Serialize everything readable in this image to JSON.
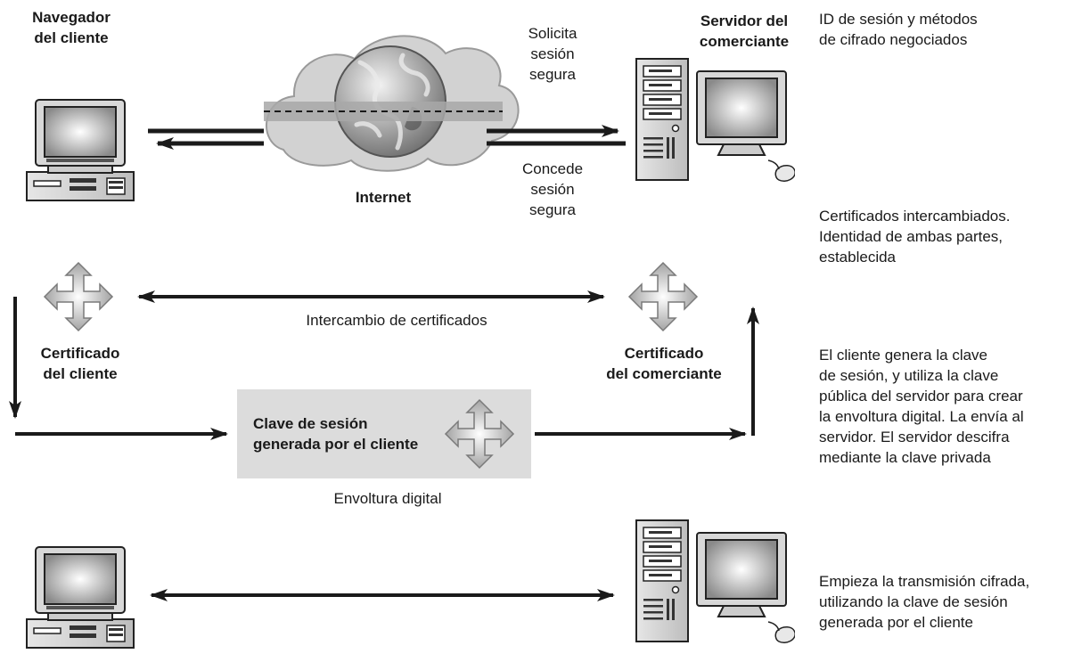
{
  "labels": {
    "client_browser": "Navegador\ndel cliente",
    "merchant_server": "Servidor del\ncomerciante",
    "request": "Solicita\nsesión\nsegura",
    "grant": "Concede\nsesión\nsegura",
    "internet": "Internet",
    "cert_exchange": "Intercambio de certificados",
    "client_cert": "Certificado\ndel cliente",
    "merchant_cert": "Certificado\ndel comerciante",
    "session_key": "Clave de sesión\ngenerada por el cliente",
    "digital_envelope": "Envoltura digital"
  },
  "descriptions": {
    "step1": "ID de sesión y métodos\nde cifrado negociados",
    "step2": "Certificados intercambiados.\nIdentidad de ambas partes,\nestablecida",
    "step3": "El cliente genera la clave\nde sesión, y utiliza la clave\npública del servidor para crear\nla envoltura digital. La envía al\nservidor. El servidor descifra\nmediante la clave privada",
    "step4": "Empieza la transmisión cifrada,\nutilizando la clave de sesión\ngenerada por el cliente"
  },
  "icons": {
    "client_pc_top": "desktop-computer-icon",
    "server_top": "tower-server-icon",
    "internet": "globe-cloud-icon",
    "certificate": "four-way-arrow-icon",
    "client_pc_bottom": "desktop-computer-icon",
    "server_bottom": "tower-server-icon"
  },
  "colors": {
    "ink": "#1a1a1a",
    "envelope_bg": "#dcdcdc",
    "cloud": "#cfcfcf"
  }
}
